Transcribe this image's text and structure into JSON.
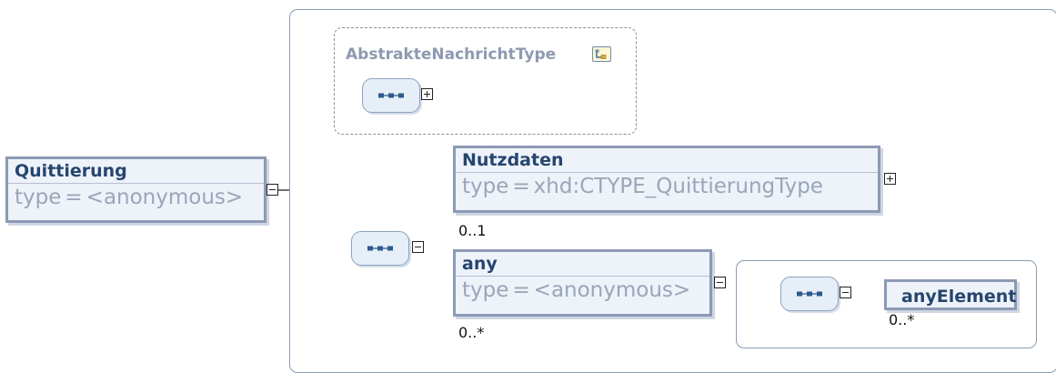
{
  "root": {
    "name": "Quittierung",
    "type_label": "type",
    "type_eq": "=",
    "type_value": "<anonymous>"
  },
  "complex_type": {
    "name": "AbstrakteNachrichtType",
    "icon": "complex-type-icon"
  },
  "nutzdaten": {
    "name": "Nutzdaten",
    "type_label": "type",
    "type_eq": "=",
    "type_value": "xhd:CTYPE_QuittierungType",
    "cardinality": "0..1"
  },
  "any": {
    "name": "any",
    "type_label": "type",
    "type_eq": "=",
    "type_value": "<anonymous>",
    "cardinality": "0..*"
  },
  "any_element": {
    "name": "anyElement",
    "cardinality": "0..*"
  },
  "icons": {
    "sequence": "sequence-icon",
    "expand": "plus-toggle-icon",
    "collapse": "minus-toggle-icon"
  },
  "colors": {
    "element_fill": "#eef2f9",
    "element_border": "#8d9ab4",
    "element_name": "#26456f",
    "type_text": "#9aa6b8",
    "sequence_fill": "#e6eef8",
    "group_border": "#8c9cb3"
  }
}
